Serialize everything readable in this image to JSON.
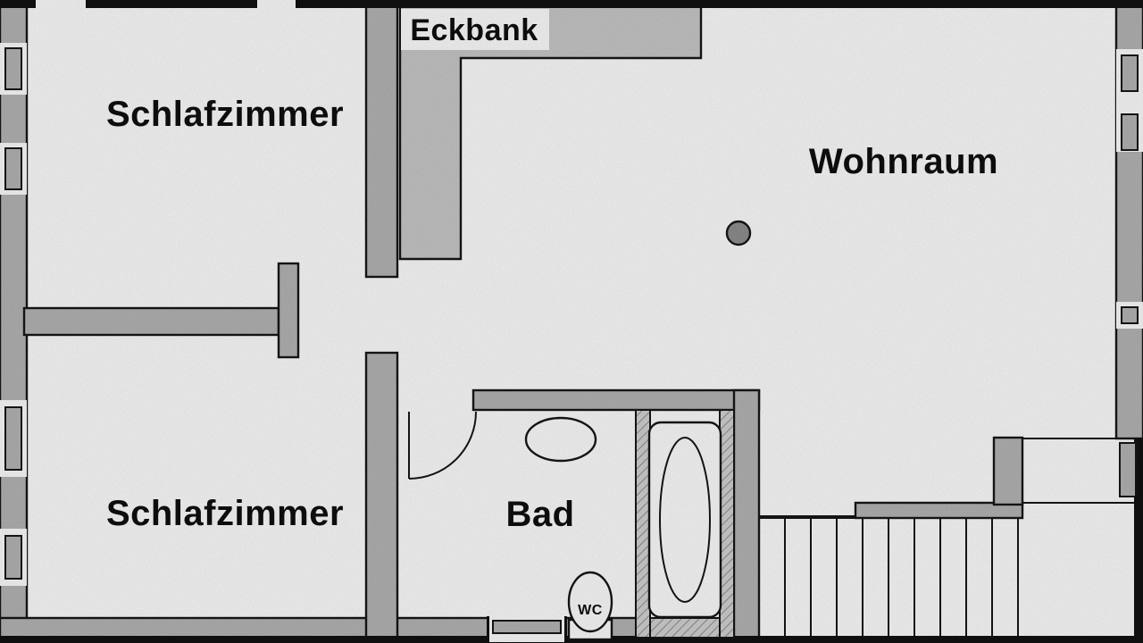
{
  "plan": {
    "rooms": {
      "bedroom_upper": {
        "label": "Schlafzimmer"
      },
      "living": {
        "label": "Wohnraum"
      },
      "bedroom_lower": {
        "label": "Schlafzimmer"
      },
      "bath": {
        "label": "Bad"
      }
    },
    "labels": {
      "corner_bench": "Eckbank",
      "toilet": "WC"
    },
    "colors": {
      "floor": "#fbfbfb",
      "wall": "#b3b3b3",
      "bench": "#c6c6c6",
      "outline": "#161616",
      "edge": "#111111",
      "hatch_light": "#d0d0d0",
      "hatch_dark": "#8c8c8c",
      "marker": "#8e8e8e"
    }
  }
}
